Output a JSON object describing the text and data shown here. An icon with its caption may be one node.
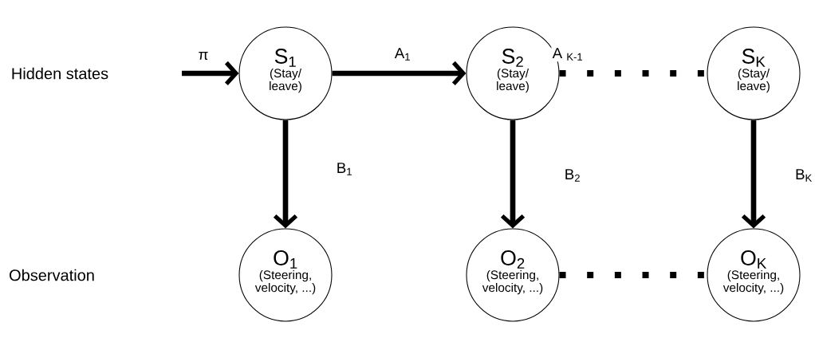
{
  "diagram": {
    "nodes": [
      {
        "text": [
          "S$_{1}$",
          "(Stay/ leave)"
        ]
      },
      {
        "text": [
          "S$_{2}$",
          "(Stay/ leave)"
        ]
      },
      {
        "text": [
          "S$_{K}$",
          "(Stay/ leave)"
        ]
      },
      {
        "text": [
          "O$_{1}$",
          "(Steering, velocity, ...)"
        ]
      },
      {
        "text": [
          "O$_{2}$",
          "(Steering, velocity, ...)"
        ]
      },
      {
        "text": [
          "O$_{K}$",
          "(Steering, velocity, ...)"
        ]
      }
    ],
    "edges": [
      {
        "from": null,
        "to": 0,
        "arrow": "to",
        "label": "π"
      },
      {
        "from": 0,
        "to": 1,
        "arrow": "to",
        "label": "A$_{1}$"
      },
      {
        "from": 1,
        "to": 2,
        "arrow": "none",
        "label": "A $_{K-1}$",
        "style": "dashed"
      },
      {
        "from": 0,
        "to": 3,
        "arrow": "to",
        "label": "B$_{1}$"
      },
      {
        "from": 1,
        "to": 4,
        "arrow": "to",
        "label": "B$_{2}$"
      },
      {
        "from": 2,
        "to": 5,
        "arrow": "to",
        "label": "B$_{K}$"
      },
      {
        "from": 4,
        "to": 5,
        "arrow": "none",
        "style": "dashed"
      }
    ],
    "labels": [
      "Hidden states",
      "Observation"
    ]
  }
}
